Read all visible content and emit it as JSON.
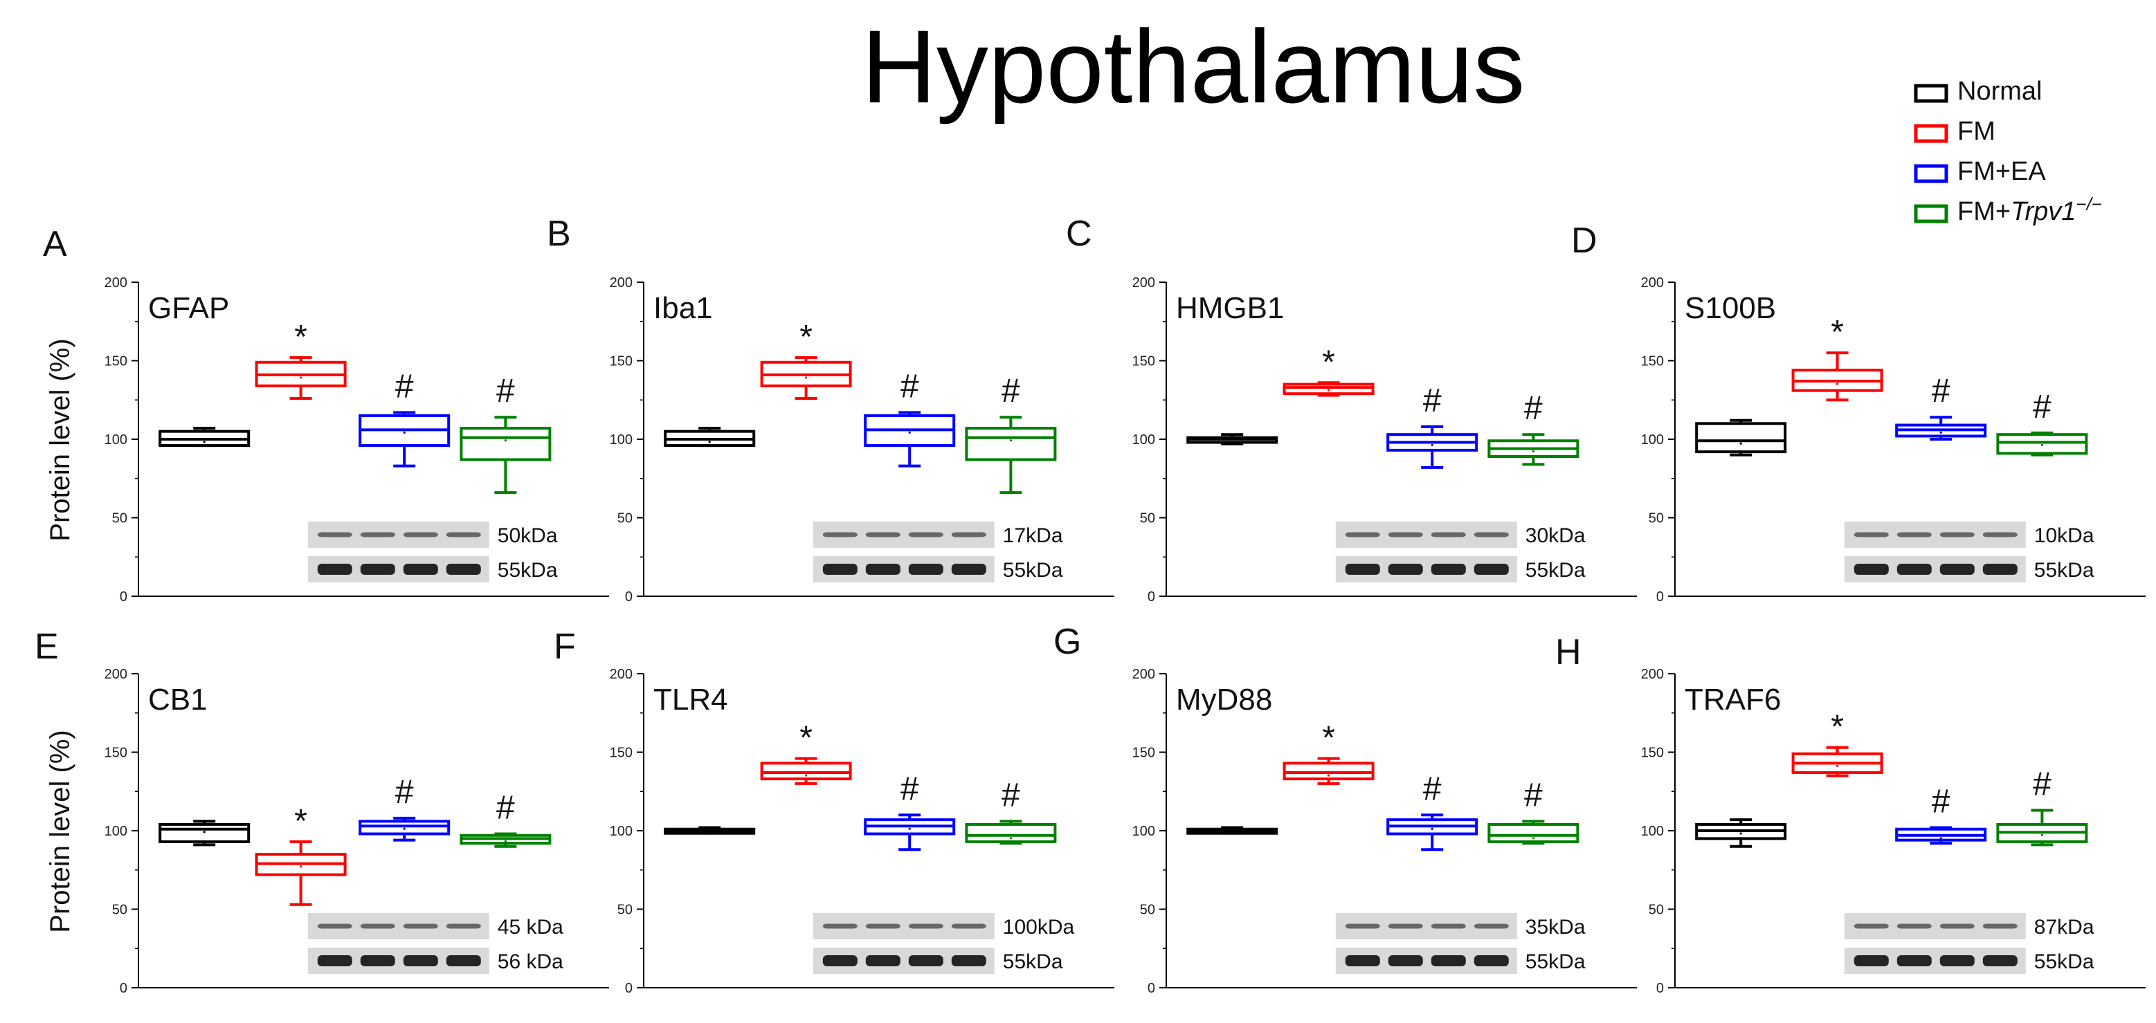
{
  "figure": {
    "title": "Hypothalamus",
    "ylabel": "Protein level (%)",
    "legend": {
      "placement": "top-right",
      "entries": [
        {
          "name": "Normal",
          "color": "#000000"
        },
        {
          "name": "FM",
          "color": "#ff0000"
        },
        {
          "name": "FM+EA",
          "color": "#0000ff"
        },
        {
          "name": "FM+",
          "name_italic": "Trpv1",
          "name_sup": "−/−",
          "color": "#008000"
        }
      ]
    },
    "blot_colors": {
      "background": "#d9d9d9",
      "band": "#1a1a1a"
    }
  },
  "chart_data": [
    {
      "type": "box",
      "panel": "A",
      "title": "GFAP",
      "ylim": [
        0,
        200
      ],
      "yticks": [
        0,
        50,
        100,
        150,
        200
      ],
      "series": [
        {
          "name": "Normal",
          "color": "#000000",
          "min": 96,
          "q1": 96,
          "median": 100,
          "q3": 105,
          "max": 107
        },
        {
          "name": "FM",
          "color": "#ff0000",
          "min": 126,
          "q1": 134,
          "median": 141,
          "q3": 149,
          "max": 152
        },
        {
          "name": "FM+EA",
          "color": "#0000ff",
          "min": 83,
          "q1": 96,
          "median": 106,
          "q3": 115,
          "max": 117
        },
        {
          "name": "FM+Trpv1-/-",
          "color": "#008000",
          "min": 66,
          "q1": 87,
          "median": 101,
          "q3": 107,
          "max": 114
        }
      ],
      "marks": [
        "",
        "*",
        "#",
        "#"
      ],
      "blot_labels": [
        "50kDa",
        "55kDa"
      ]
    },
    {
      "type": "box",
      "panel": "B",
      "title": "Iba1",
      "ylim": [
        0,
        200
      ],
      "yticks": [
        0,
        50,
        100,
        150,
        200
      ],
      "series": [
        {
          "name": "Normal",
          "color": "#000000",
          "min": 96,
          "q1": 96,
          "median": 100,
          "q3": 105,
          "max": 107
        },
        {
          "name": "FM",
          "color": "#ff0000",
          "min": 126,
          "q1": 134,
          "median": 141,
          "q3": 149,
          "max": 152
        },
        {
          "name": "FM+EA",
          "color": "#0000ff",
          "min": 83,
          "q1": 96,
          "median": 106,
          "q3": 115,
          "max": 117
        },
        {
          "name": "FM+Trpv1-/-",
          "color": "#008000",
          "min": 66,
          "q1": 87,
          "median": 101,
          "q3": 107,
          "max": 114
        }
      ],
      "marks": [
        "",
        "*",
        "#",
        "#"
      ],
      "blot_labels": [
        "17kDa",
        "55kDa"
      ]
    },
    {
      "type": "box",
      "panel": "C",
      "title": "HMGB1",
      "ylim": [
        0,
        200
      ],
      "yticks": [
        0,
        50,
        100,
        150,
        200
      ],
      "series": [
        {
          "name": "Normal",
          "color": "#000000",
          "min": 97,
          "q1": 98,
          "median": 100,
          "q3": 101,
          "max": 103
        },
        {
          "name": "FM",
          "color": "#ff0000",
          "min": 128,
          "q1": 129,
          "median": 133,
          "q3": 135,
          "max": 136
        },
        {
          "name": "FM+EA",
          "color": "#0000ff",
          "min": 82,
          "q1": 93,
          "median": 98,
          "q3": 103,
          "max": 108
        },
        {
          "name": "FM+Trpv1-/-",
          "color": "#008000",
          "min": 84,
          "q1": 89,
          "median": 94,
          "q3": 99,
          "max": 103
        }
      ],
      "marks": [
        "",
        "*",
        "#",
        "#"
      ],
      "blot_labels": [
        "30kDa",
        "55kDa"
      ]
    },
    {
      "type": "box",
      "panel": "D",
      "title": "S100B",
      "ylim": [
        0,
        200
      ],
      "yticks": [
        0,
        50,
        100,
        150,
        200
      ],
      "series": [
        {
          "name": "Normal",
          "color": "#000000",
          "min": 90,
          "q1": 92,
          "median": 99,
          "q3": 110,
          "max": 112
        },
        {
          "name": "FM",
          "color": "#ff0000",
          "min": 125,
          "q1": 131,
          "median": 137,
          "q3": 144,
          "max": 155
        },
        {
          "name": "FM+EA",
          "color": "#0000ff",
          "min": 100,
          "q1": 102,
          "median": 106,
          "q3": 109,
          "max": 114
        },
        {
          "name": "FM+Trpv1-/-",
          "color": "#008000",
          "min": 90,
          "q1": 91,
          "median": 98,
          "q3": 103,
          "max": 104
        }
      ],
      "marks": [
        "",
        "*",
        "#",
        "#"
      ],
      "blot_labels": [
        "10kDa",
        "55kDa"
      ]
    },
    {
      "type": "box",
      "panel": "E",
      "title": "CB1",
      "ylim": [
        0,
        200
      ],
      "yticks": [
        0,
        50,
        100,
        150,
        200
      ],
      "series": [
        {
          "name": "Normal",
          "color": "#000000",
          "min": 91,
          "q1": 93,
          "median": 101,
          "q3": 104,
          "max": 106
        },
        {
          "name": "FM",
          "color": "#ff0000",
          "min": 53,
          "q1": 72,
          "median": 79,
          "q3": 85,
          "max": 93
        },
        {
          "name": "FM+EA",
          "color": "#0000ff",
          "min": 94,
          "q1": 98,
          "median": 103,
          "q3": 106,
          "max": 108
        },
        {
          "name": "FM+Trpv1-/-",
          "color": "#008000",
          "min": 90,
          "q1": 92,
          "median": 95,
          "q3": 97,
          "max": 98
        }
      ],
      "marks": [
        "",
        "*",
        "#",
        "#"
      ],
      "blot_labels": [
        "45 kDa",
        "56 kDa"
      ]
    },
    {
      "type": "box",
      "panel": "F",
      "title": "TLR4",
      "ylim": [
        0,
        200
      ],
      "yticks": [
        0,
        50,
        100,
        150,
        200
      ],
      "series": [
        {
          "name": "Normal",
          "color": "#000000",
          "min": 99,
          "q1": 99,
          "median": 100,
          "q3": 101,
          "max": 102
        },
        {
          "name": "FM",
          "color": "#ff0000",
          "min": 130,
          "q1": 133,
          "median": 137,
          "q3": 143,
          "max": 146
        },
        {
          "name": "FM+EA",
          "color": "#0000ff",
          "min": 88,
          "q1": 98,
          "median": 103,
          "q3": 107,
          "max": 110
        },
        {
          "name": "FM+Trpv1-/-",
          "color": "#008000",
          "min": 92,
          "q1": 93,
          "median": 97,
          "q3": 104,
          "max": 106
        }
      ],
      "marks": [
        "",
        "*",
        "#",
        "#"
      ],
      "blot_labels": [
        "100kDa",
        "55kDa"
      ]
    },
    {
      "type": "box",
      "panel": "G",
      "title": "MyD88",
      "ylim": [
        0,
        200
      ],
      "yticks": [
        0,
        50,
        100,
        150,
        200
      ],
      "series": [
        {
          "name": "Normal",
          "color": "#000000",
          "min": 99,
          "q1": 99,
          "median": 100,
          "q3": 101,
          "max": 102
        },
        {
          "name": "FM",
          "color": "#ff0000",
          "min": 130,
          "q1": 133,
          "median": 137,
          "q3": 143,
          "max": 146
        },
        {
          "name": "FM+EA",
          "color": "#0000ff",
          "min": 88,
          "q1": 98,
          "median": 103,
          "q3": 107,
          "max": 110
        },
        {
          "name": "FM+Trpv1-/-",
          "color": "#008000",
          "min": 92,
          "q1": 93,
          "median": 97,
          "q3": 104,
          "max": 106
        }
      ],
      "marks": [
        "",
        "*",
        "#",
        "#"
      ],
      "blot_labels": [
        "35kDa",
        "55kDa"
      ]
    },
    {
      "type": "box",
      "panel": "H",
      "title": "TRAF6",
      "ylim": [
        0,
        200
      ],
      "yticks": [
        0,
        50,
        100,
        150,
        200
      ],
      "series": [
        {
          "name": "Normal",
          "color": "#000000",
          "min": 90,
          "q1": 95,
          "median": 100,
          "q3": 104,
          "max": 107
        },
        {
          "name": "FM",
          "color": "#ff0000",
          "min": 135,
          "q1": 137,
          "median": 143,
          "q3": 149,
          "max": 153
        },
        {
          "name": "FM+EA",
          "color": "#0000ff",
          "min": 92,
          "q1": 94,
          "median": 97,
          "q3": 101,
          "max": 102
        },
        {
          "name": "FM+Trpv1-/-",
          "color": "#008000",
          "min": 91,
          "q1": 93,
          "median": 99,
          "q3": 104,
          "max": 113
        }
      ],
      "marks": [
        "",
        "*",
        "#",
        "#"
      ],
      "blot_labels": [
        "87kDa",
        "55kDa"
      ]
    }
  ]
}
